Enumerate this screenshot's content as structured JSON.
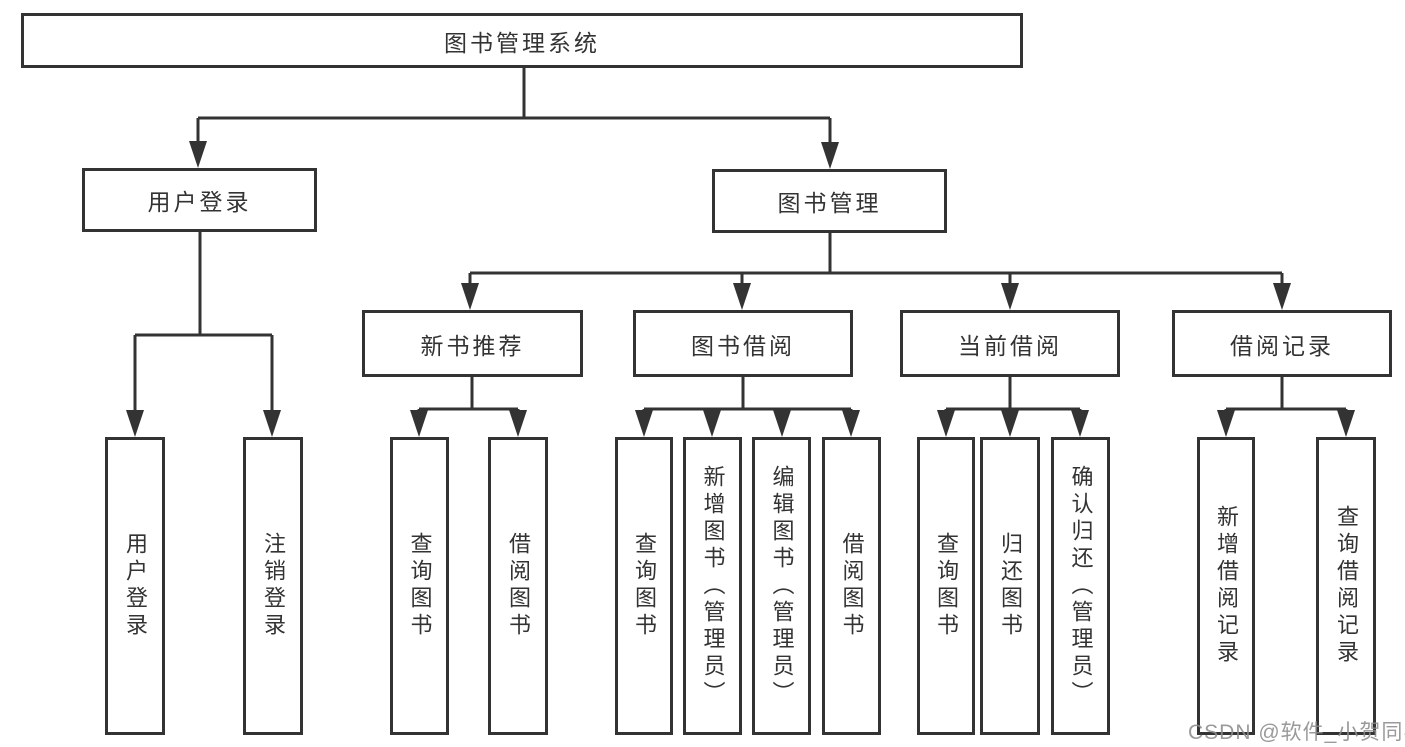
{
  "diagram": {
    "title": "图书管理系统",
    "root": {
      "label": "图书管理系统"
    },
    "level2": [
      {
        "label": "用户登录"
      },
      {
        "label": "图书管理"
      }
    ],
    "level3": [
      {
        "label": "新书推荐",
        "parent": "图书管理"
      },
      {
        "label": "图书借阅",
        "parent": "图书管理"
      },
      {
        "label": "当前借阅",
        "parent": "图书管理"
      },
      {
        "label": "借阅记录",
        "parent": "图书管理"
      }
    ],
    "leaves": [
      {
        "label": "用户登录",
        "parent": "用户登录"
      },
      {
        "label": "注销登录",
        "parent": "用户登录"
      },
      {
        "label": "查询图书",
        "parent": "新书推荐"
      },
      {
        "label": "借阅图书",
        "parent": "新书推荐"
      },
      {
        "label": "查询图书",
        "parent": "图书借阅"
      },
      {
        "label": "新增图书（管理员）",
        "parent": "图书借阅"
      },
      {
        "label": "编辑图书（管理员）",
        "parent": "图书借阅"
      },
      {
        "label": "借阅图书",
        "parent": "图书借阅"
      },
      {
        "label": "查询图书",
        "parent": "当前借阅"
      },
      {
        "label": "归还图书",
        "parent": "当前借阅"
      },
      {
        "label": "确认归还（管理员）",
        "parent": "当前借阅"
      },
      {
        "label": "新增借阅记录",
        "parent": "借阅记录"
      },
      {
        "label": "查询借阅记录",
        "parent": "借阅记录"
      }
    ]
  },
  "watermark": {
    "text": "CSDN @软件_小贺同学"
  },
  "colors": {
    "line": "#333333",
    "box_border": "#333333",
    "box_background": "#ffffff",
    "text": "#333333",
    "watermark": "#8c8c8c",
    "page_background": "#ffffff"
  }
}
